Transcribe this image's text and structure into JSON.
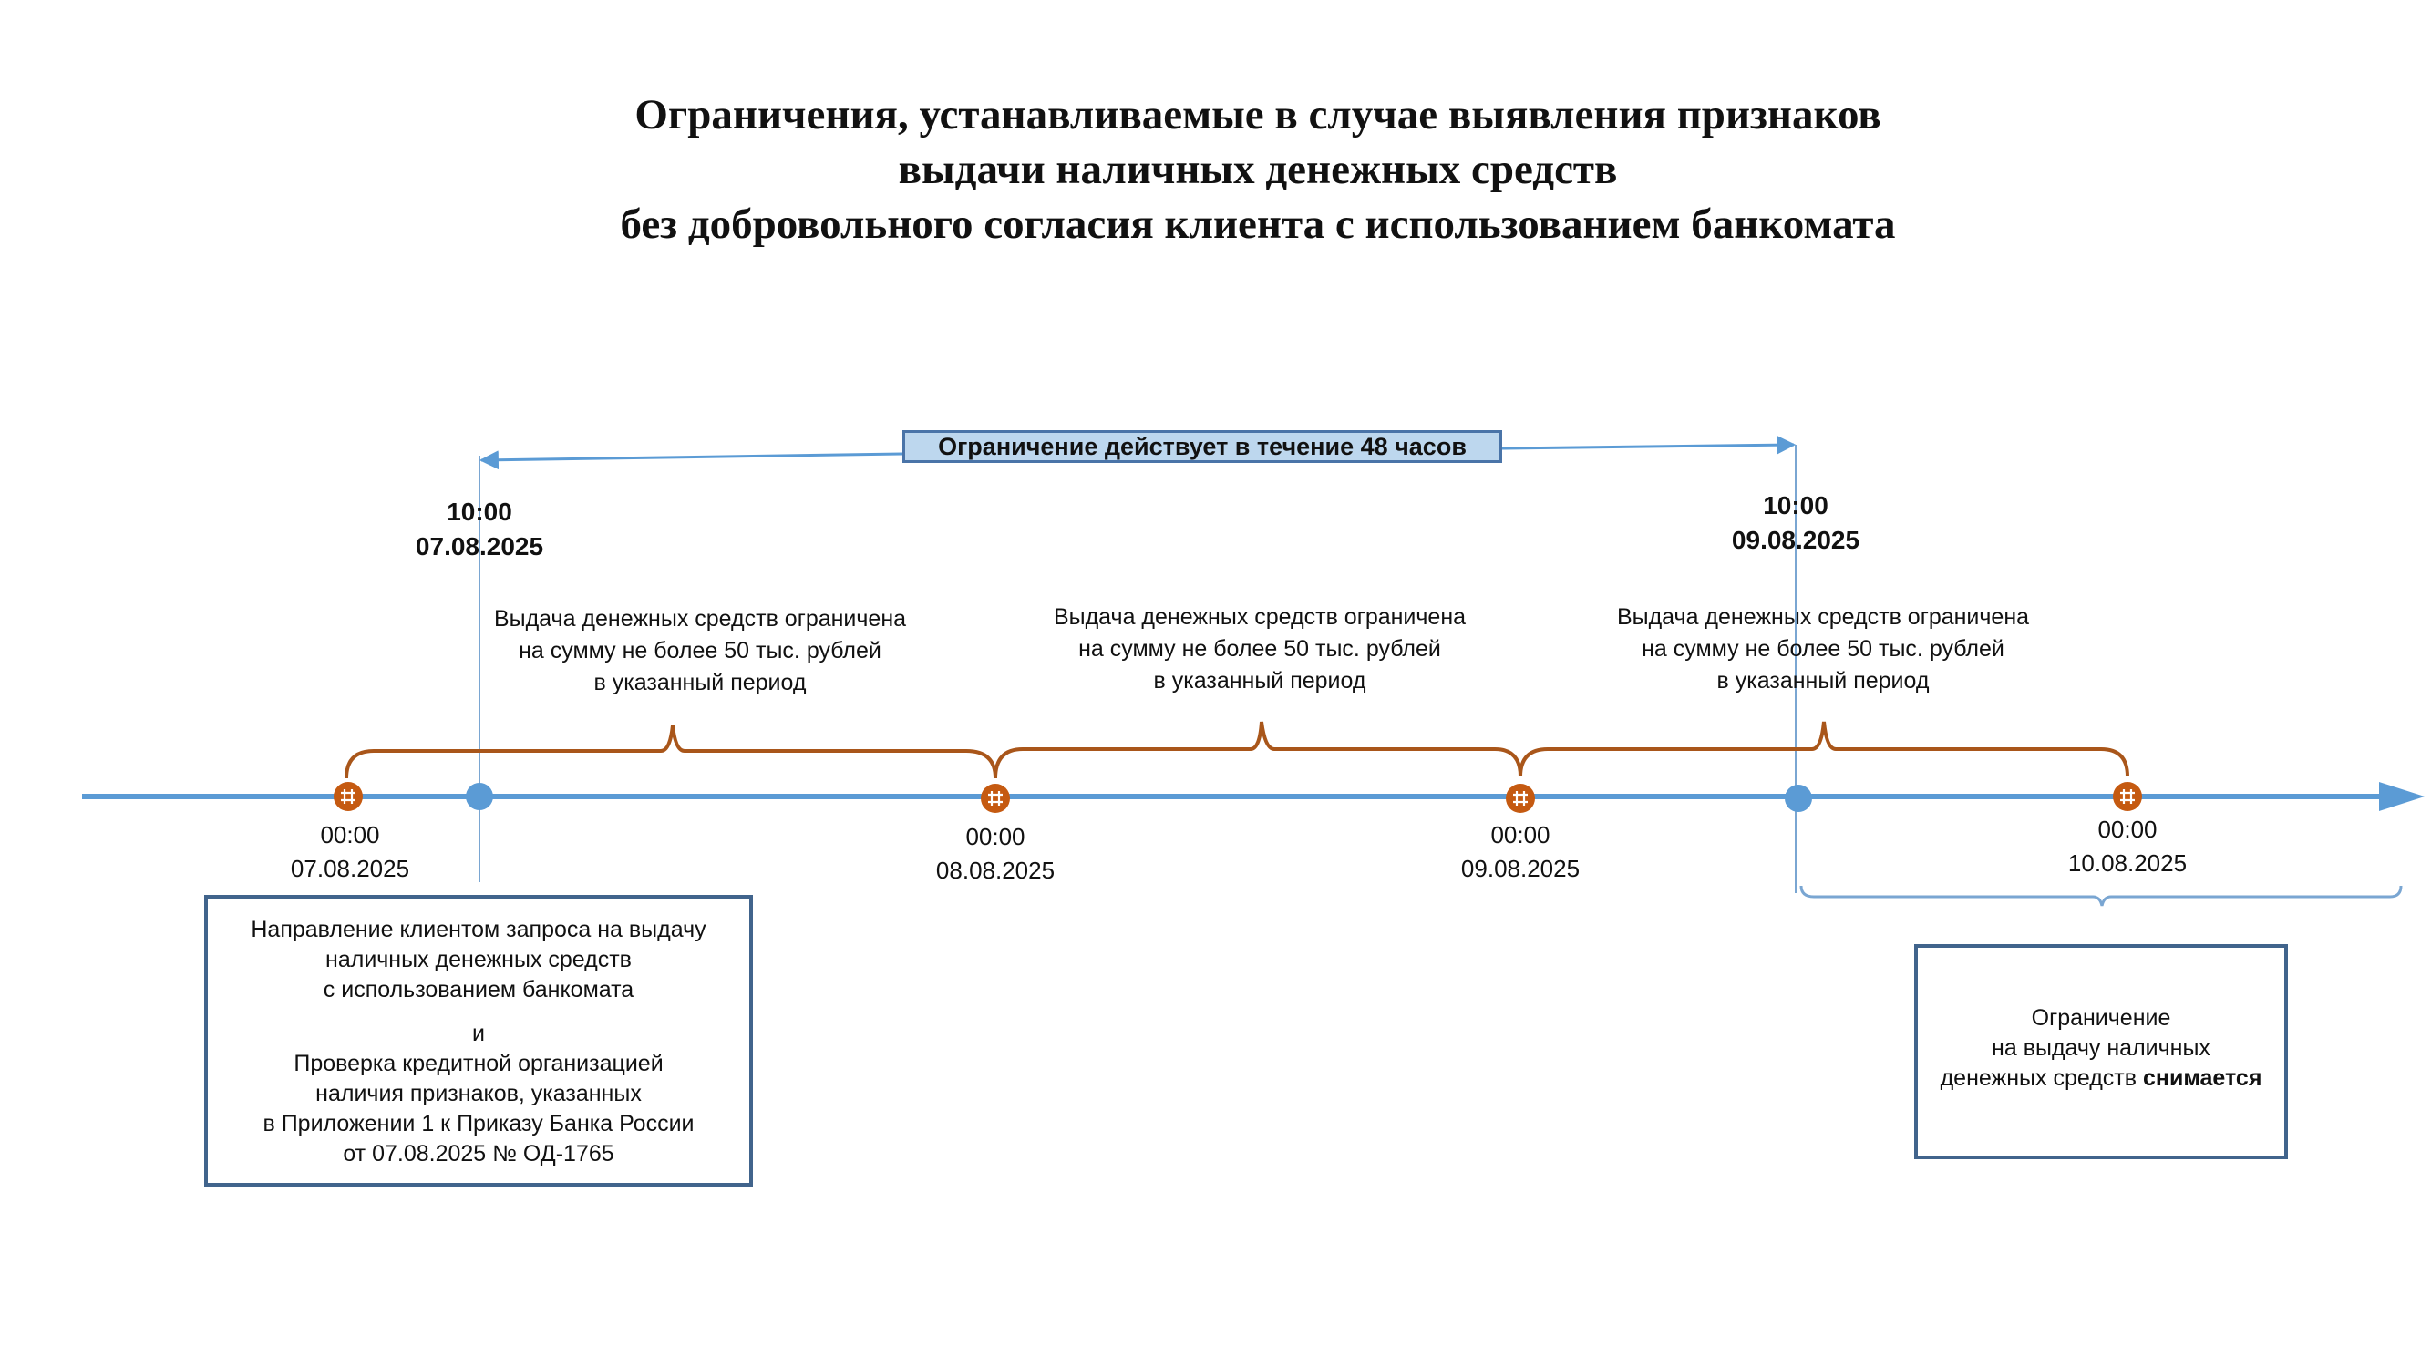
{
  "title": {
    "lines": [
      "Ограничения, устанавливаемые в случае выявления признаков",
      "выдачи наличных денежных средств",
      "без добровольного согласия клиента с использованием банкомата"
    ]
  },
  "banner": {
    "text": "Ограничение действует в течение 48 часов"
  },
  "start_moment": {
    "time": "10:00",
    "date": "07.08.2025"
  },
  "end_moment": {
    "time": "10:00",
    "date": "09.08.2025"
  },
  "midnights": [
    {
      "time": "00:00",
      "date": "07.08.2025"
    },
    {
      "time": "00:00",
      "date": "08.08.2025"
    },
    {
      "time": "00:00",
      "date": "09.08.2025"
    },
    {
      "time": "00:00",
      "date": "10.08.2025"
    }
  ],
  "period_notes": [
    {
      "line1": "Выдача денежных средств ограничена",
      "line2": "на сумму не более 50 тыс. рублей",
      "line3": "в указанный период"
    },
    {
      "line1": "Выдача денежных средств ограничена",
      "line2": "на сумму не более 50 тыс. рублей",
      "line3": "в указанный период"
    },
    {
      "line1": "Выдача денежных средств ограничена",
      "line2": "на сумму не более 50 тыс. рублей",
      "line3": "в указанный период"
    }
  ],
  "request_box": {
    "lines_a": [
      "Направление клиентом запроса на выдачу",
      "наличных денежных средств",
      "с использованием банкомата"
    ],
    "conj": "и",
    "lines_b": [
      "Проверка кредитной организацией",
      "наличия признаков, указанных",
      "в Приложении 1 к Приказу Банка России",
      "от 07.08.2025 № ОД-1765"
    ]
  },
  "release_box": {
    "line1": "Ограничение",
    "line2": "на выдачу наличных",
    "line3_prefix": "денежных средств ",
    "line3_bold": "снимается"
  },
  "colors": {
    "timeline": "#5b9bd5",
    "brace": "#a9561a",
    "marker_fill": "#c55a11",
    "dot": "#5b9bd5",
    "box_border": "#41648c",
    "banner_fill": "#bdd7ee",
    "banner_border": "#4a74a8"
  }
}
